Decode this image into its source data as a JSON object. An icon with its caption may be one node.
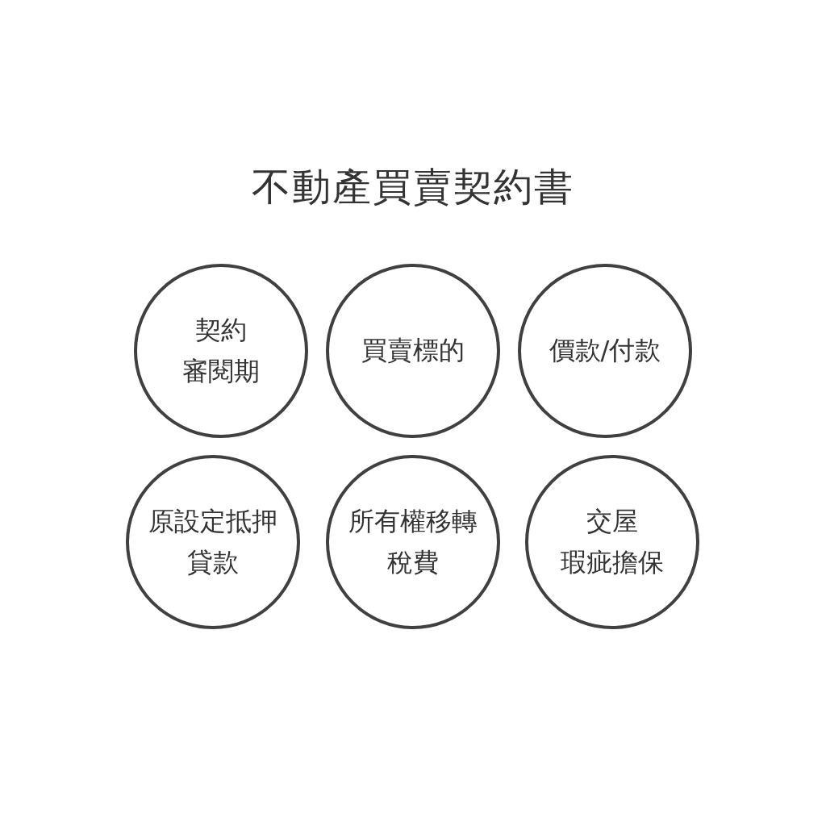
{
  "diagram": {
    "title": "不動產買賣契約書",
    "nodes": [
      {
        "text": [
          "契約審閱期"
        ]
      },
      {
        "text": [
          "買賣標的"
        ]
      },
      {
        "text": [
          "價款/付款"
        ]
      },
      {
        "text": [
          "原設定抵押貸款"
        ]
      },
      {
        "text": [
          "所有權移轉稅費"
        ]
      },
      {
        "text": [
          "交屋瑕疵擔保"
        ]
      }
    ]
  }
}
